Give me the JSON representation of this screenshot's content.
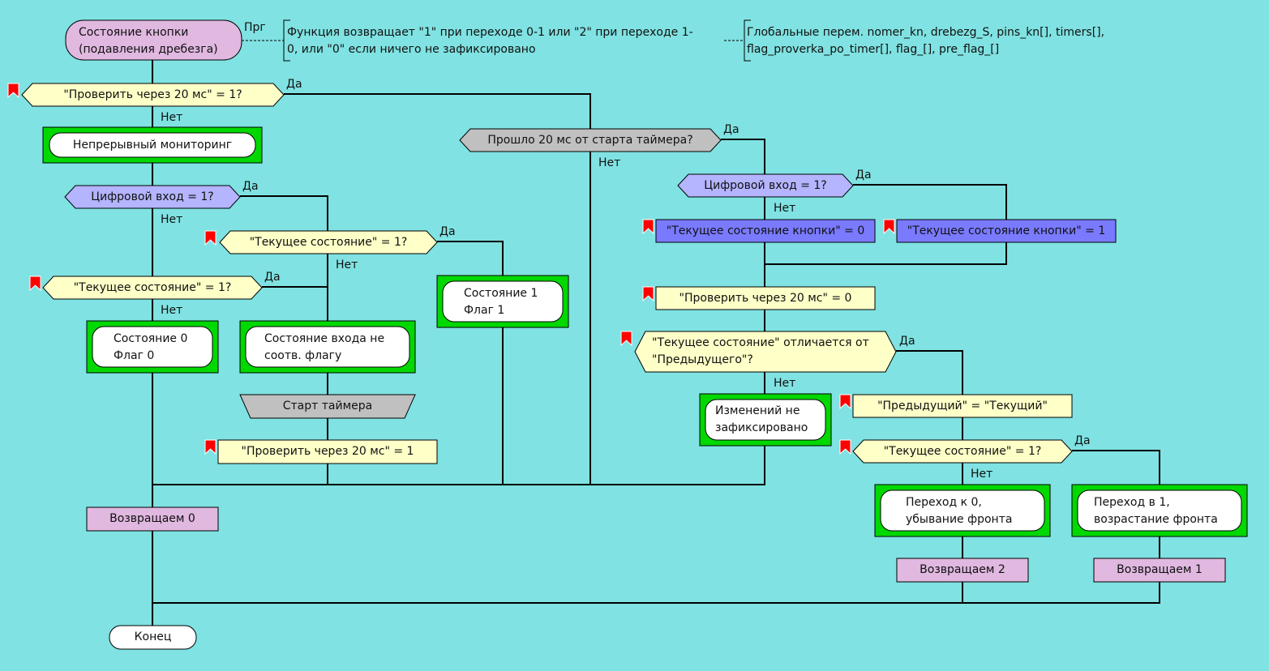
{
  "colors": {
    "background": "#80e2e2",
    "condition": "#ffffc8",
    "input_check": "#b4b4ff",
    "action_blue": "#7a7aff",
    "action_green": "#00d800",
    "return": "#e0b8e0",
    "gray": "#c0c0c0",
    "bookmark": "#ff0000"
  },
  "start": {
    "line1": "Состояние кнопки",
    "line2": "(подавления дребезга)",
    "tag": "Прг"
  },
  "comments": {
    "function": {
      "line1": "Функция возвращает \"1\" при переходе 0-1 или \"2\" при переходе 1-",
      "line2": "0, или \"0\" если ничего не зафиксировано"
    },
    "globals": {
      "line1": "Глобальные перем. nomer_kn, drebezg_S, pins_kn[], timers[],",
      "line2": "flag_proverka_po_timer[], flag_[], pre_flag_[]"
    }
  },
  "branch": {
    "yes": "Да",
    "no": "Нет"
  },
  "nodes": {
    "check20_cond": "\"Проверить через 20 мс\" = 1?",
    "monitoring": "Непрерывный мониторинг",
    "digital_in_1": "Цифровой вход = 1?",
    "cur_state_cond_a": "\"Текущее состояние\" = 1?",
    "cur_state_cond_b": "\"Текущее состояние\" = 1?",
    "state0": {
      "line1": "Состояние 0",
      "line2": "Флаг 0"
    },
    "mismatch": {
      "line1": "Состояние входа не",
      "line2": "соотв. флагу"
    },
    "state1": {
      "line1": "Состояние 1",
      "line2": "Флаг 1"
    },
    "start_timer": "Старт таймера",
    "set_check20_1": "\"Проверить через 20 мс\" = 1",
    "return0": "Возвращаем 0",
    "end": "Конец",
    "timer_elapsed": "Прошло 20 мс от старта таймера?",
    "digital_in_2": "Цифровой вход = 1?",
    "set_cur_0": "\"Текущее состояние кнопки\" = 0",
    "set_cur_1": "\"Текущее состояние кнопки\" = 1",
    "set_check20_0": "\"Проверить через 20 мс\" = 0",
    "differs": {
      "line1": "\"Текущее состояние\" отличается от",
      "line2": "\"Предыдущего\"?"
    },
    "no_change": {
      "line1": "Изменений не",
      "line2": "зафиксировано"
    },
    "set_prev": "\"Предыдущий\" = \"Текущий\"",
    "cur_state_cond_c": "\"Текущее состояние\" = 1?",
    "falling": {
      "line1": "Переход к 0,",
      "line2": "убывание фронта"
    },
    "rising": {
      "line1": "Переход в 1,",
      "line2": "возрастание фронта"
    },
    "return2": "Возвращаем 2",
    "return1": "Возвращаем 1"
  }
}
